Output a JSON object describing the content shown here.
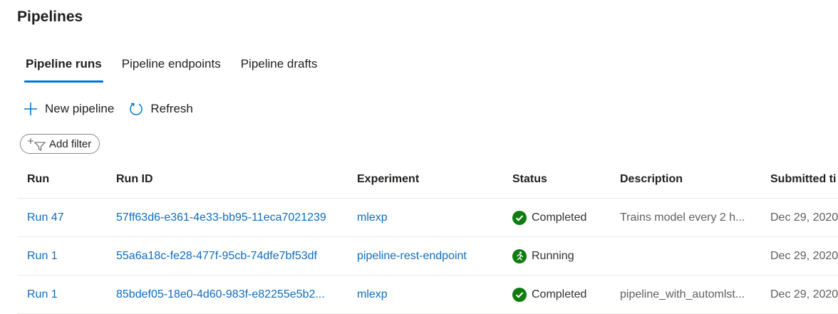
{
  "page": {
    "title": "Pipelines"
  },
  "tabs": [
    {
      "label": "Pipeline runs",
      "active": true
    },
    {
      "label": "Pipeline endpoints",
      "active": false
    },
    {
      "label": "Pipeline drafts",
      "active": false
    }
  ],
  "toolbar": {
    "new_label": "New pipeline",
    "refresh_label": "Refresh"
  },
  "filter": {
    "label": "Add filter"
  },
  "table": {
    "columns": [
      "Run",
      "Run ID",
      "Experiment",
      "Status",
      "Description",
      "Submitted ti"
    ],
    "rows": [
      {
        "run": "Run 47",
        "run_id": "57ff63d6-e361-4e33-bb95-11eca7021239",
        "experiment": "mlexp",
        "status": "Completed",
        "description": "Trains model every 2 h...",
        "submitted": "Dec 29, 2020"
      },
      {
        "run": "Run 1",
        "run_id": "55a6a18c-fe28-477f-95cb-74dfe7bf53df",
        "experiment": "pipeline-rest-endpoint",
        "status": "Running",
        "description": "",
        "submitted": "Dec 29, 2020"
      },
      {
        "run": "Run 1",
        "run_id": "85bdef05-18e0-4d60-983f-e82255e5b2...",
        "experiment": "mlexp",
        "status": "Completed",
        "description": "pipeline_with_automlst...",
        "submitted": "Dec 29, 2020"
      }
    ]
  },
  "colors": {
    "accent": "#0078d4",
    "link": "#0f6cbd",
    "success": "#107c10"
  },
  "icons": {
    "new": "plus-icon",
    "refresh": "refresh-icon",
    "filter": "add-filter-icon",
    "completed": "check-circle-icon",
    "running": "running-icon"
  }
}
